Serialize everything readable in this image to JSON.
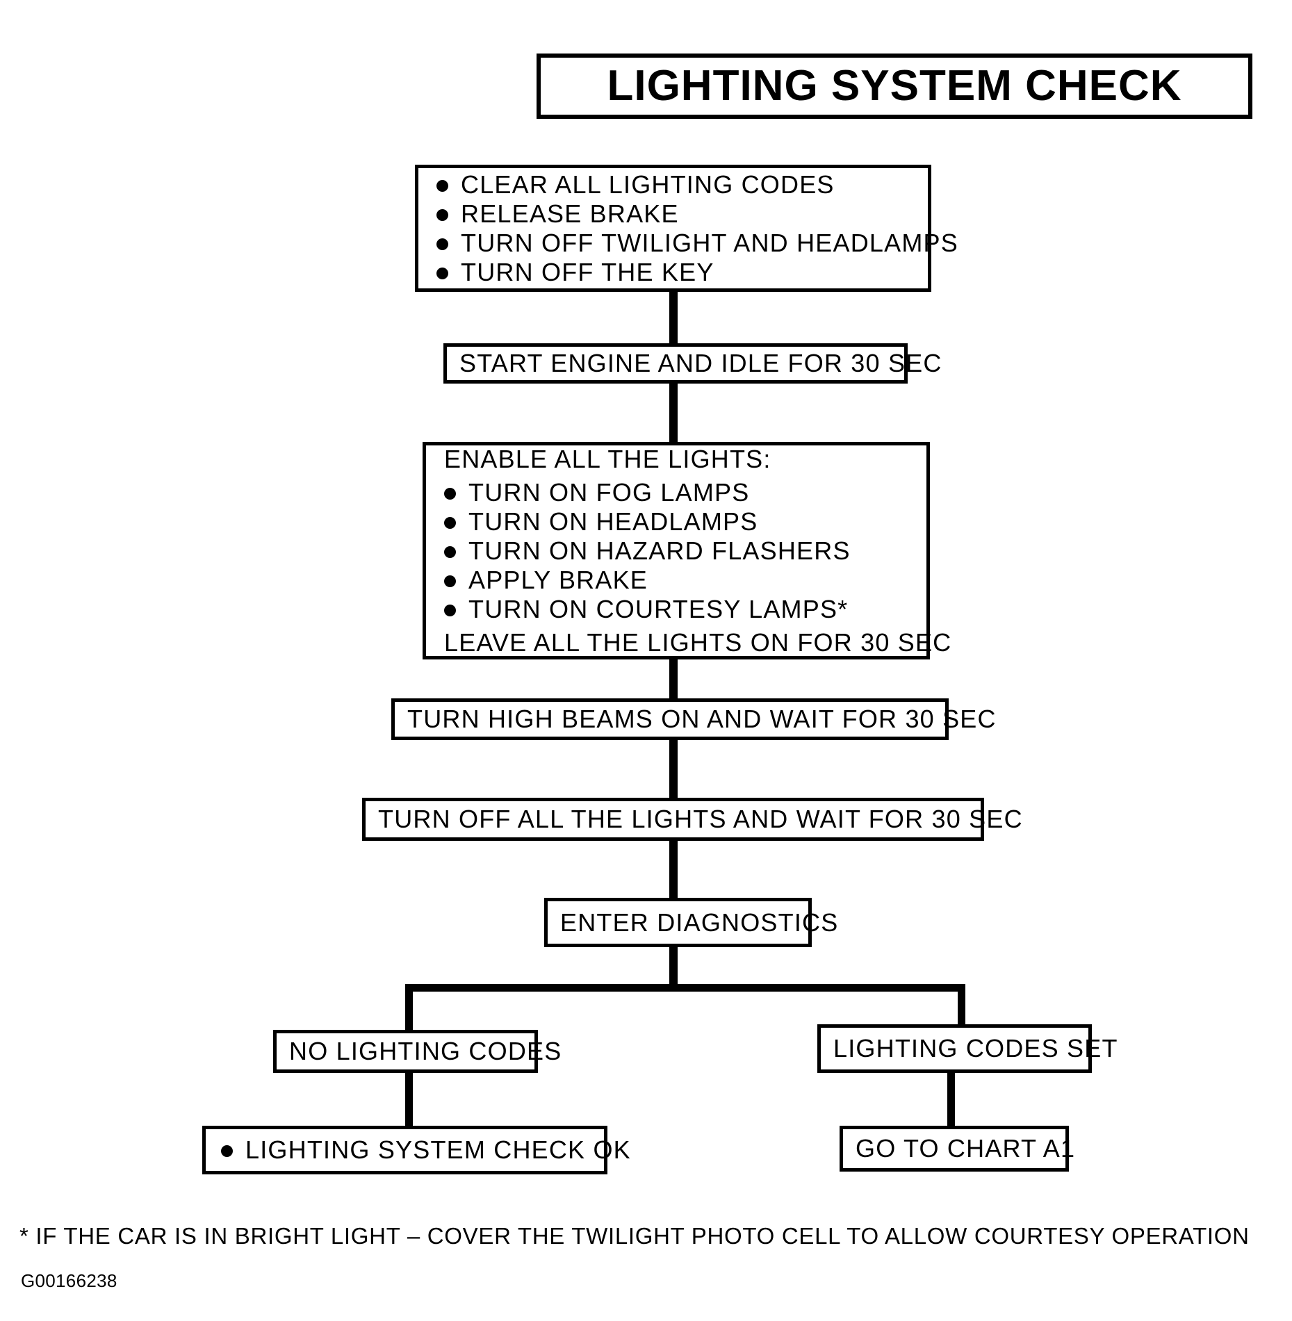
{
  "document": {
    "title": "LIGHTING SYSTEM CHECK",
    "figure_id": "G00166238",
    "footnote": "* IF THE CAR IS IN BRIGHT LIGHT – COVER THE TWILIGHT PHOTO CELL TO ALLOW COURTESY OPERATION"
  },
  "flowchart": {
    "type": "flowchart",
    "orientation": "top-down",
    "nodes": {
      "prep": {
        "id": "prep-box",
        "items": [
          "CLEAR ALL LIGHTING CODES",
          "RELEASE BRAKE",
          "TURN OFF TWILIGHT AND HEADLAMPS",
          "TURN OFF THE KEY"
        ]
      },
      "start_engine": {
        "id": "start-engine-box",
        "text": "START ENGINE AND IDLE FOR 30 SEC"
      },
      "enable_lights": {
        "id": "enable-lights-box",
        "heading": "ENABLE ALL THE LIGHTS:",
        "items": [
          "TURN ON FOG LAMPS",
          "TURN ON HEADLAMPS",
          "TURN ON HAZARD FLASHERS",
          "APPLY BRAKE",
          "TURN ON COURTESY LAMPS*"
        ],
        "footer": "LEAVE ALL THE LIGHTS ON FOR 30 SEC"
      },
      "high_beams": {
        "id": "high-beams-box",
        "text": "TURN HIGH BEAMS ON AND WAIT FOR 30 SEC"
      },
      "lights_off": {
        "id": "lights-off-box",
        "text": "TURN OFF ALL THE LIGHTS AND WAIT FOR 30 SEC"
      },
      "enter_diagnostics": {
        "id": "enter-diagnostics-box",
        "text": "ENTER DIAGNOSTICS"
      },
      "no_codes": {
        "id": "no-lighting-codes-box",
        "text": "NO LIGHTING CODES"
      },
      "codes_set": {
        "id": "lighting-codes-set-box",
        "text": "LIGHTING CODES SET"
      },
      "check_ok": {
        "id": "lighting-system-check-ok-box",
        "text": "LIGHTING SYSTEM CHECK OK"
      },
      "go_chart": {
        "id": "go-to-chart-a1-box",
        "text": "GO TO CHART A1"
      }
    },
    "edges": [
      {
        "from": "prep",
        "to": "start_engine"
      },
      {
        "from": "start_engine",
        "to": "enable_lights"
      },
      {
        "from": "enable_lights",
        "to": "high_beams"
      },
      {
        "from": "high_beams",
        "to": "lights_off"
      },
      {
        "from": "lights_off",
        "to": "enter_diagnostics"
      },
      {
        "from": "enter_diagnostics",
        "to": "no_codes"
      },
      {
        "from": "enter_diagnostics",
        "to": "codes_set"
      },
      {
        "from": "no_codes",
        "to": "check_ok"
      },
      {
        "from": "codes_set",
        "to": "go_chart"
      }
    ]
  },
  "colors": {
    "ink": "#000000",
    "paper": "#ffffff"
  }
}
